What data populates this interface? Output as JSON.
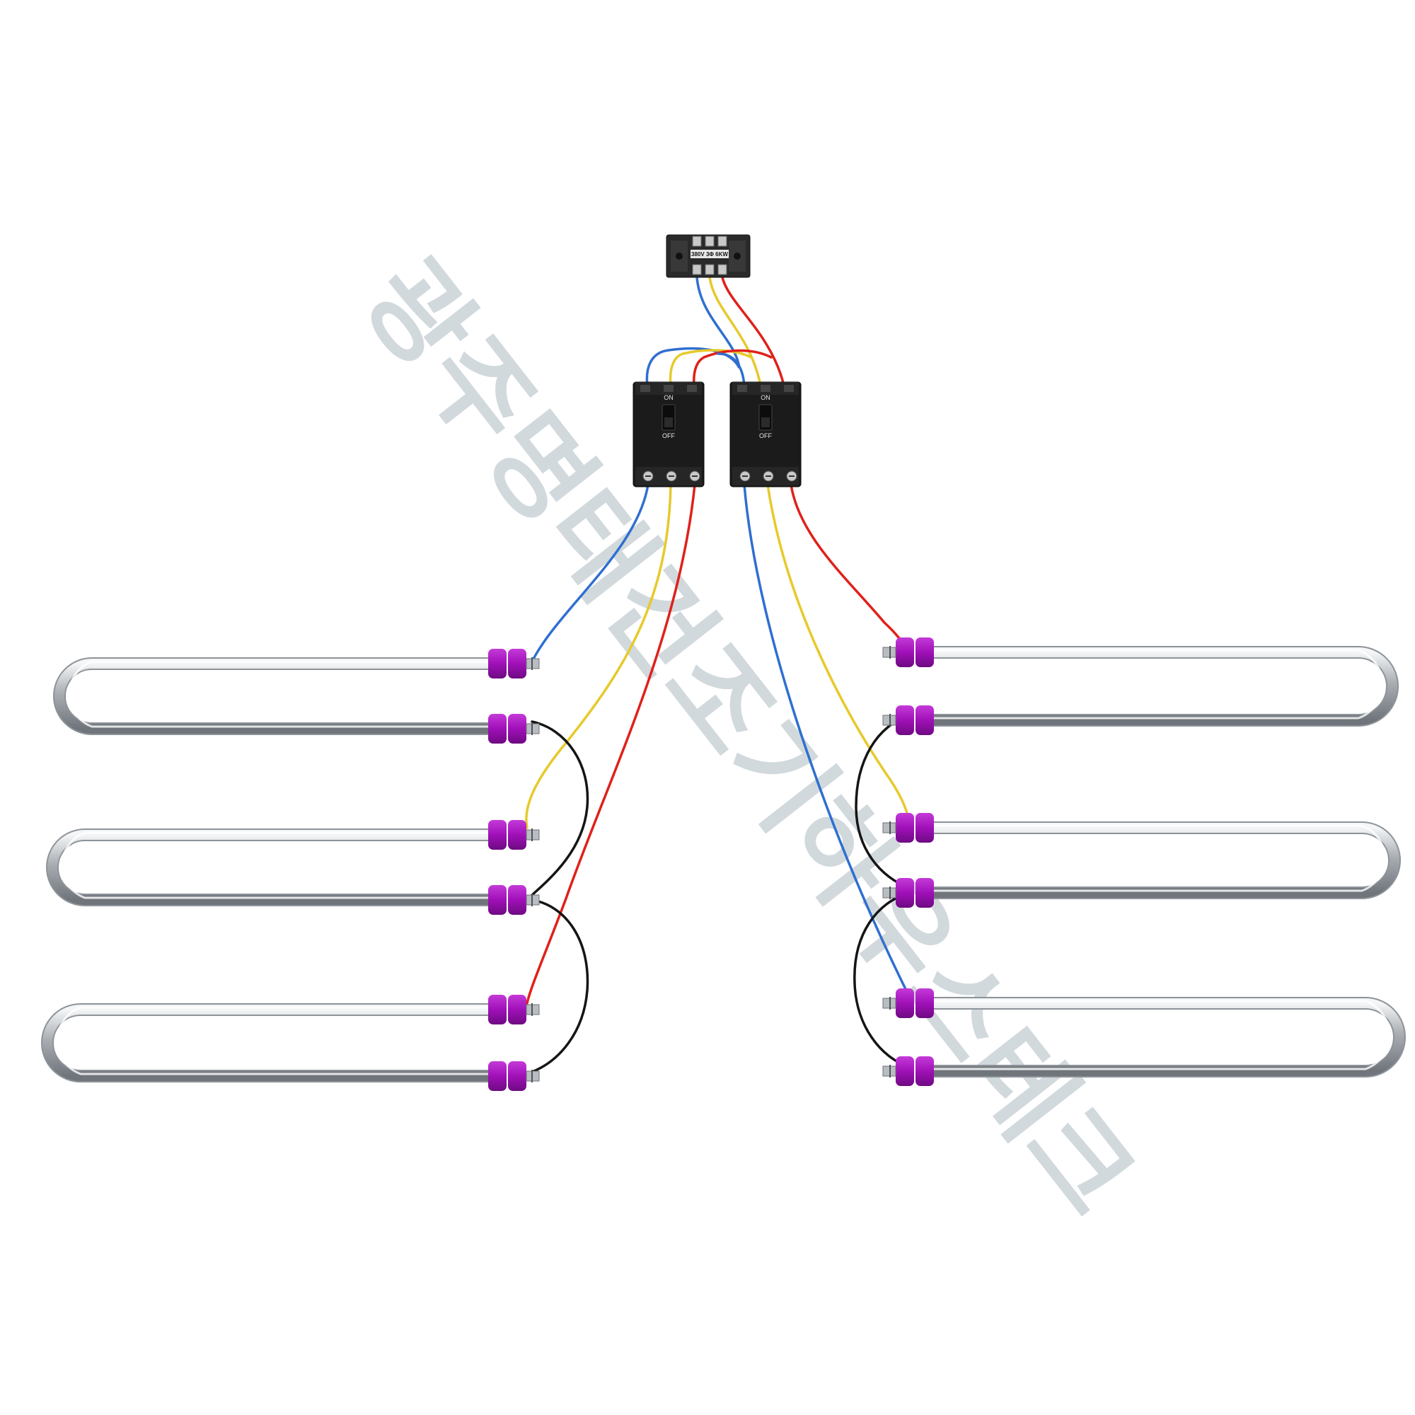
{
  "terminal_block": {
    "label": "380V 3Φ 6KW"
  },
  "breakers": [
    {
      "on_label": "ON",
      "off_label": "OFF"
    },
    {
      "on_label": "ON",
      "off_label": "OFF"
    }
  ],
  "watermark": {
    "text": "광주명태건조기하우스테크"
  },
  "colors": {
    "blue_wire": "#2f6fd0",
    "yellow_wire": "#e7c92b",
    "red_wire": "#e0201a",
    "black_wire": "#151515",
    "insulator": "#a010b8",
    "breaker_body": "#1b1b1b",
    "tube": "#9aa0a6",
    "watermark": "#cfd7dc"
  }
}
